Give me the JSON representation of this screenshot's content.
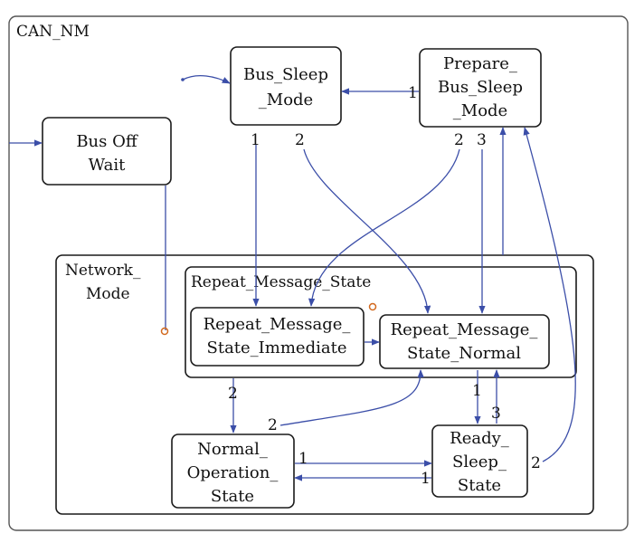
{
  "outer_title": "CAN_NM",
  "network_mode_label": [
    "Network_",
    "Mode"
  ],
  "repeat_group_label": "Repeat_Message_State",
  "states": {
    "bus_sleep": [
      "Bus_Sleep",
      "_Mode"
    ],
    "prepare_bus_sleep": [
      "Prepare_",
      "Bus_Sleep",
      "_Mode"
    ],
    "bus_off_wait": [
      "Bus Off",
      "Wait"
    ],
    "rms_immediate": [
      "Repeat_Message_",
      "State_Immediate"
    ],
    "rms_normal": [
      "Repeat_Message_",
      "State_Normal"
    ],
    "normal_operation": [
      "Normal_",
      "Operation_",
      "State"
    ],
    "ready_sleep": [
      "Ready_",
      "Sleep_",
      "State"
    ]
  },
  "transition_labels": {
    "prep_to_sleep": "1",
    "sleep_out_1": "1",
    "sleep_out_2": "2",
    "prep_out_2": "2",
    "prep_out_3": "3",
    "rms_to_normal_op": "2",
    "normal_op_to_rms": "2",
    "rms_to_ready": "1",
    "ready_to_rms": "3",
    "normal_op_to_ready": "1",
    "ready_to_normal_op": "1",
    "ready_to_prep": "2"
  },
  "colors": {
    "arrow": "#3b4ea8",
    "marker": "#d2691e",
    "border": "#1a1a1a"
  }
}
